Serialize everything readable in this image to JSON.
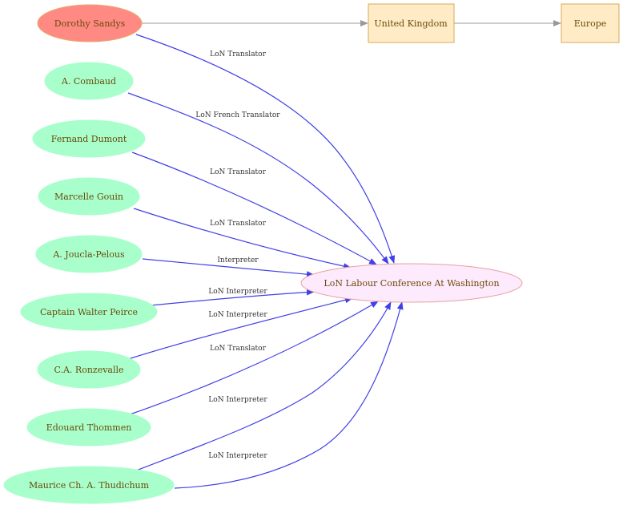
{
  "colors": {
    "source_fill": "#ff8a84",
    "source_stroke": "#e8a86a",
    "person_fill": "#a8ffcc",
    "person_stroke": "#a8ffcc",
    "place_fill": "#ffecc6",
    "place_stroke": "#d8a858",
    "target_fill": "#fdeafc",
    "target_stroke": "#e8a0a0",
    "edge_blue": "#4040e8",
    "edge_gray": "#999999"
  },
  "nodes": {
    "dorothy": "Dorothy Sandys",
    "uk": "United Kingdom",
    "europe": "Europe",
    "combaud": "A.  Combaud",
    "dumont": "Fernand Dumont",
    "gouin": "Marcelle Gouin",
    "joucla": "A. Joucla-Pelous",
    "peirce": "Captain Walter Peirce",
    "ronzevalle": "C.A. Ronzevalle",
    "thommen": "Edouard Thommen",
    "thudichum": "Maurice Ch. A.  Thudichum",
    "conference": "LoN Labour Conference At Washington"
  },
  "edges": {
    "dorothy": "LoN Translator",
    "combaud": "LoN French Translator",
    "dumont": "LoN Translator",
    "gouin": "LoN Translator",
    "joucla": "Interpreter",
    "peirce": "LoN Interpreter",
    "ronzevalle": "LoN Interpreter",
    "thommen": "LoN Translator",
    "thudichum_1": "LoN Interpreter",
    "thudichum_2": "LoN Interpreter"
  }
}
